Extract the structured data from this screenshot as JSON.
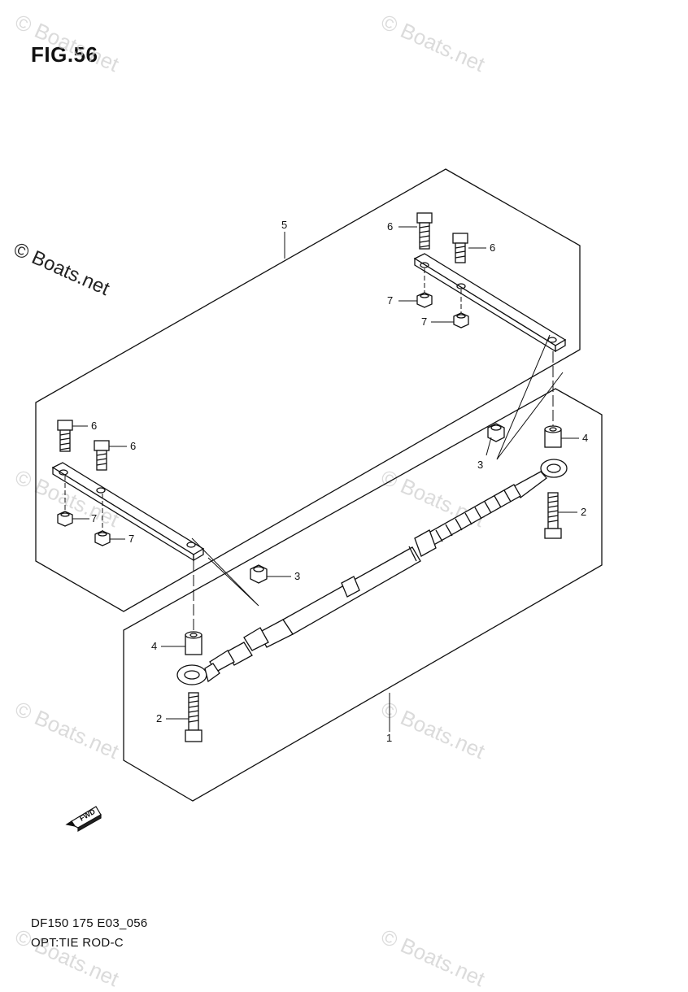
{
  "figure": {
    "title": "FIG.56",
    "model_code": "DF150 175 E03_056",
    "caption": "OPT:TIE ROD-C"
  },
  "watermark": {
    "text": "© Boats.net"
  },
  "fwd_badge": "FWD",
  "callouts": {
    "c1": "1",
    "c2a": "2",
    "c2b": "2",
    "c3a": "3",
    "c3b": "3",
    "c4a": "4",
    "c4b": "4",
    "c5": "5",
    "c6a": "6",
    "c6b": "6",
    "c6c": "6",
    "c6d": "6",
    "c7a": "7",
    "c7b": "7",
    "c7c": "7",
    "c7d": "7"
  },
  "colors": {
    "line": "#111111",
    "watermark": "#cfcfcf"
  }
}
